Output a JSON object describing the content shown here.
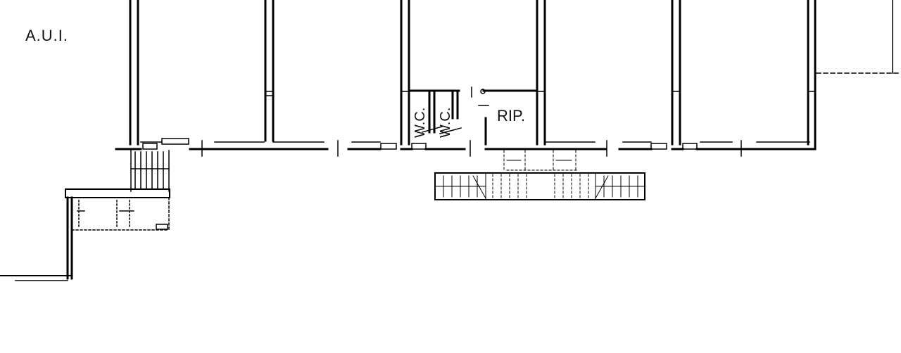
{
  "plan": {
    "labels": {
      "area": "A.U.I.",
      "wc_1": "W.C.",
      "wc_2": "W.C.",
      "room": "RIP."
    },
    "line_color": "#000000",
    "background": "#ffffff"
  }
}
